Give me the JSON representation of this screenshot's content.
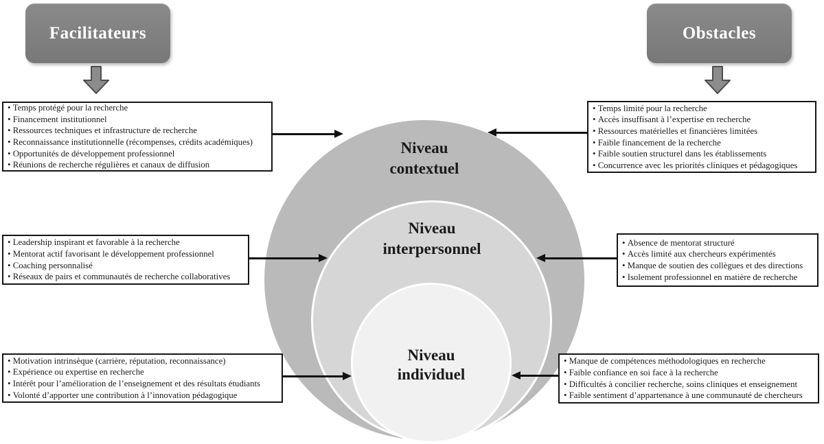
{
  "header": {
    "facilitators_label": "Facilitateurs",
    "obstacles_label": "Obstacles"
  },
  "levels": [
    {
      "label": "Niveau contextuel"
    },
    {
      "label": "Niveau interpersonnel"
    },
    {
      "label": "Niveau individuel"
    }
  ],
  "side_boxes": [
    {
      "group": "facilitateurs",
      "level": "contextuel",
      "items": [
        "Temps protégé pour la recherche",
        "Financement institutionnel",
        "Ressources techniques et infrastructure de recherche",
        "Reconnaissance institutionnelle (récompenses, crédits académiques)",
        "Opportunités de développement professionnel",
        "Réunions de recherche régulières et canaux de diffusion"
      ]
    },
    {
      "group": "obstacles",
      "level": "contextuel",
      "items": [
        "Temps limité pour la recherche",
        "Accès insuffisant à l’expertise en recherche",
        "Ressources matérielles et financières limitées",
        "Faible financement de la recherche",
        "Faible soutien structurel dans les établissements",
        "Concurrence avec les priorités cliniques et pédagogiques"
      ]
    },
    {
      "group": "facilitateurs",
      "level": "interpersonnel",
      "items": [
        "Leadership inspirant et favorable à la recherche",
        "Mentorat actif favorisant le développement professionnel",
        "Coaching personnalisé",
        "Réseaux de pairs et communautés de recherche collaboratives"
      ]
    },
    {
      "group": "obstacles",
      "level": "interpersonnel",
      "items": [
        "Absence de mentorat structuré",
        "Accès limité aux chercheurs expérimentés",
        "Manque de soutien des collègues et des directions",
        "Isolement professionnel en matière de recherche"
      ]
    },
    {
      "group": "facilitateurs",
      "level": "individuel",
      "items": [
        "Motivation intrinsèque (carrière, réputation, reconnaissance)",
        "Expérience ou expertise en recherche",
        "Intérêt pour l’amélioration de l’enseignement et des résultats étudiants",
        "Volonté d’apporter une contribution à l’innovation pédagogique"
      ]
    },
    {
      "group": "obstacles",
      "level": "individuel",
      "items": [
        "Manque de compétences méthodologiques en recherche",
        "Faible confiance en soi face à la recherche",
        "Difficultés à concilier recherche, soins cliniques et enseignement",
        "Faible sentiment d’appartenance à une communauté de chercheurs"
      ]
    }
  ],
  "colors": {
    "outer_circle": "#bababa",
    "middle_circle": "#d6d6d6",
    "inner_circle": "#f1f1f1",
    "header_box": "#7f7f7f",
    "header_text": "#ffffff",
    "block_arrow_fill": "#8c8c8c",
    "block_arrow_stroke": "#4d4d4d",
    "connector_arrow": "#111111",
    "box_border": "#151515",
    "text": "#1a1a1a"
  }
}
